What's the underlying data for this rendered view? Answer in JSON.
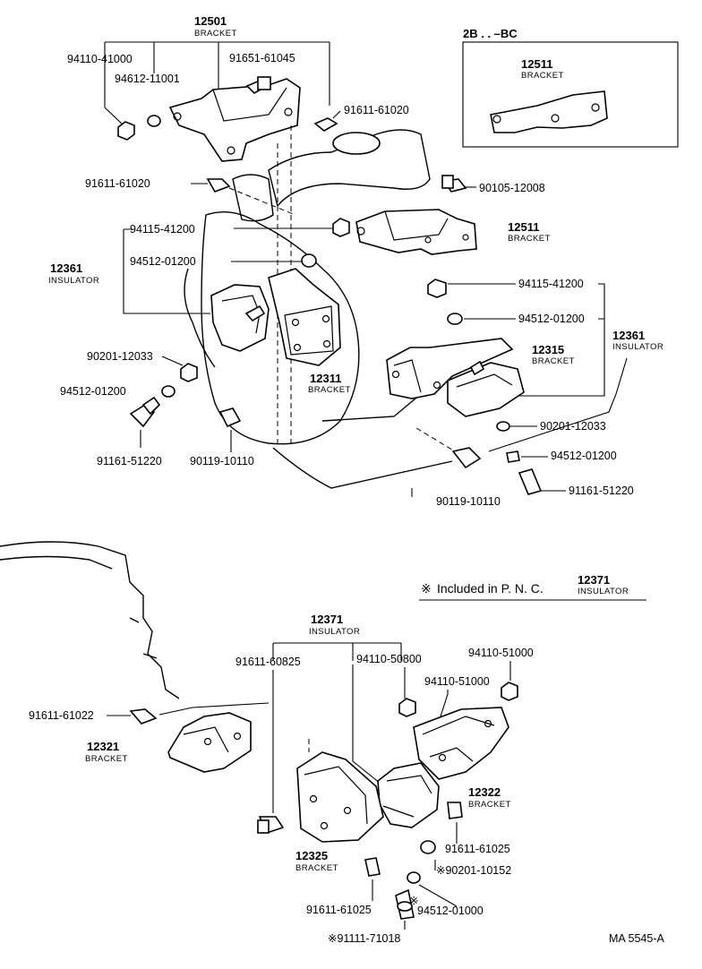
{
  "inset": {
    "title": "2B . . –BC",
    "part_no": "12511",
    "part_name": "BRACKET"
  },
  "note": {
    "symbol": "※",
    "text": "Included in P. N. C.",
    "pnc": "12371",
    "pnc_name": "INSULATOR"
  },
  "doc_code": "MA 5545-A",
  "labels": {
    "l_12501": "12501",
    "l_12501_name": "BRACKET",
    "l_94110_41000": "94110-41000",
    "l_94612_11001": "94612-11001",
    "l_91651_61045": "91651-61045",
    "l_91611_61020_a": "91611-61020",
    "l_91611_61020_b": "91611-61020",
    "l_90105_12008": "90105-12008",
    "l_94115_41200_a": "94115-41200",
    "l_12511": "12511",
    "l_12511_name": "BRACKET",
    "l_12361_a": "12361",
    "l_12361_a_name": "INSULATOR",
    "l_94512_01200_a": "94512-01200",
    "l_94115_41200_b": "94115-41200",
    "l_94512_01200_b": "94512-01200",
    "l_12361_b": "12361",
    "l_12361_b_name": "INSULATOR",
    "l_12315": "12315",
    "l_12315_name": "BRACKET",
    "l_12311": "12311",
    "l_12311_name": "BRACKET",
    "l_90201_12033_a": "90201-12033",
    "l_94512_01200_c": "94512-01200",
    "l_91161_51220_a": "91161-51220",
    "l_90119_10110_a": "90119-10110",
    "l_90201_12033_b": "90201-12033",
    "l_94512_01200_d": "94512-01200",
    "l_90119_10110_b": "90119-10110",
    "l_91161_51220_b": "91161-51220",
    "l_12371": "12371",
    "l_12371_name": "INSULATOR",
    "l_91611_60825": "91611-60825",
    "l_94110_50800": "94110-50800",
    "l_94110_51000_a": "94110-51000",
    "l_94110_51000_b": "94110-51000",
    "l_91611_61022": "91611-61022",
    "l_12321": "12321",
    "l_12321_name": "BRACKET",
    "l_12322": "12322",
    "l_12322_name": "BRACKET",
    "l_12325": "12325",
    "l_12325_name": "BRACKET",
    "l_91611_61025_a": "91611-61025",
    "l_90201_10152": "※90201-10152",
    "l_91611_61025_b": "91611-61025",
    "l_94512_01000_mark": "※",
    "l_94512_01000": "94512-01000",
    "l_91111_71018": "※91111-71018"
  }
}
